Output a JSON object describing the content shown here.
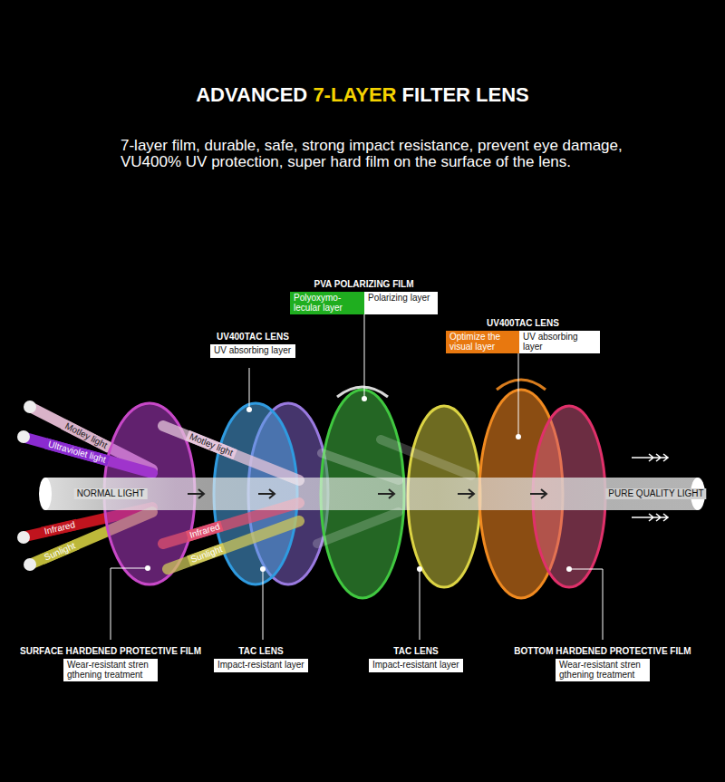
{
  "diagram": {
    "title": "ADVANCED 7-LAYER FILTER LENS",
    "caption": "7-layer film, durable, safe, strong impact resistance, prevent eye damage, VU400% UV protection, super hard film on the surface of the lens.",
    "nodes": [
      {
        "text": [
          "PVA POLARIZING FILM"
        ]
      },
      {
        "text": [
          "Polyoxymo- lecular layer"
        ],
        "in": 0
      },
      {
        "text": [
          "Polarizing layer"
        ],
        "in": 0
      },
      {
        "text": [
          "UV400TAC LENS",
          "UV absorbing layer"
        ]
      },
      {
        "text": [
          "UV400TAC LENS"
        ]
      },
      {
        "text": [
          "Optimize the visual layer"
        ],
        "in": 4
      },
      {
        "text": [
          "UV absorbing layer"
        ],
        "in": 4
      },
      {
        "text": [
          "SURFACE HARDENED PROTECTIVE FILM",
          "Wear-resistant stren gthening treatment"
        ]
      },
      {
        "text": [
          "TAC LENS",
          "Impact-resistant layer"
        ]
      },
      {
        "text": [
          "TAC LENS",
          "Impact-resistant layer"
        ]
      },
      {
        "text": [
          "BOTTOM HARDENED PROTECTIVE FILM",
          "Wear-resistant stren gthening treatment"
        ]
      }
    ],
    "labels": [
      "Motley light",
      "Ultraviolet light",
      "Infrared",
      "Sunlight",
      "Motley light",
      "Infrared",
      "Sunlight",
      "NORMAL LIGHT",
      "PURE QUALITY LIGHT"
    ]
  }
}
